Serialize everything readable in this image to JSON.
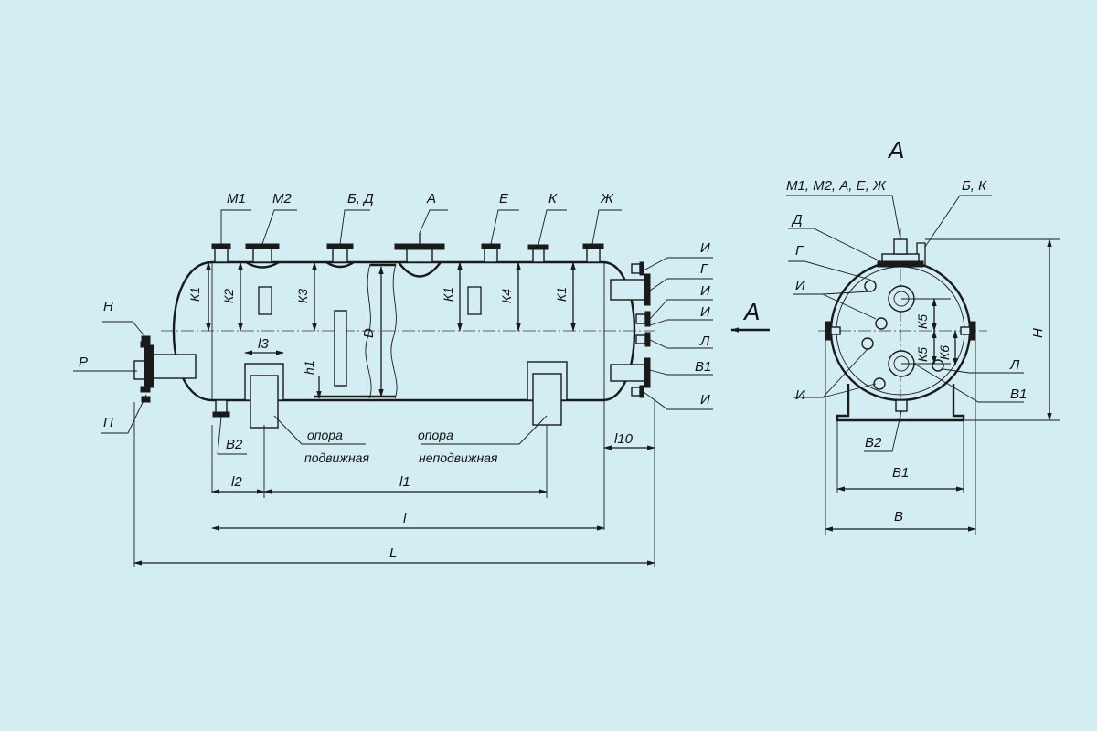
{
  "front": {
    "nozzles_top": [
      "М1",
      "М2",
      "Б, Д",
      "А",
      "Е",
      "К",
      "Ж"
    ],
    "right_side": [
      "И",
      "Г",
      "И",
      "И",
      "Л",
      "В1",
      "И"
    ],
    "left_side": [
      "Н",
      "Р",
      "П"
    ],
    "heights": [
      "К1",
      "К2",
      "К3",
      "К1",
      "К4",
      "К1"
    ],
    "h1": "h1",
    "D": "D",
    "l3": "l3",
    "B2": "В2",
    "support_movable": [
      "опора",
      "подвижная"
    ],
    "support_fixed": [
      "опора",
      "неподвижная"
    ],
    "l10": "l10",
    "l2": "l2",
    "l1": "l1",
    "l": "l",
    "L": "L"
  },
  "view_arrow": "А",
  "side": {
    "title": "А",
    "top_left": "М1, М2, А, Е, Ж",
    "top_right": "Б, К",
    "left": [
      "Д",
      "Г",
      "И",
      "И"
    ],
    "right": [
      "Л",
      "В1"
    ],
    "K5a": "К5",
    "K5b": "К5",
    "K6": "К6",
    "H": "Н",
    "B2": "В2",
    "B1": "В1",
    "B": "В"
  }
}
